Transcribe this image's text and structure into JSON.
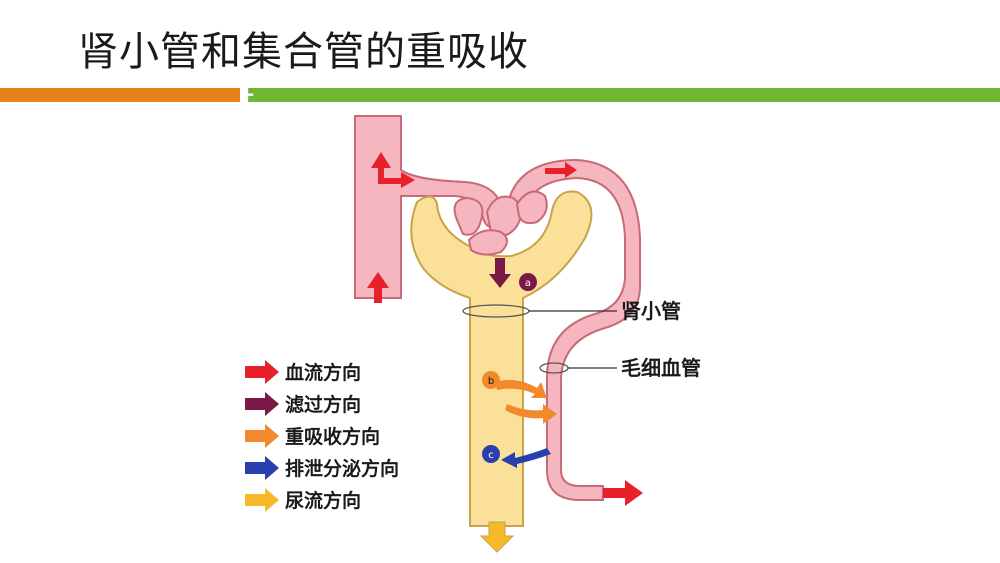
{
  "slide": {
    "title": "肾小管和集合管的重吸收"
  },
  "diagram": {
    "callouts": {
      "tubule": "肾小管",
      "capillary": "毛细血管"
    },
    "markers": {
      "a": "a",
      "b": "b",
      "c": "c"
    },
    "legend": [
      {
        "label": "血流方向",
        "color": "#e8202a"
      },
      {
        "label": "滤过方向",
        "color": "#7a1846"
      },
      {
        "label": "重吸收方向",
        "color": "#f28a2c"
      },
      {
        "label": "排泄分泌方向",
        "color": "#2a3fae"
      },
      {
        "label": "尿流方向",
        "color": "#f7b92a"
      }
    ],
    "colors": {
      "vessel": "#f5b6c0",
      "vessel_outline": "#c86a78",
      "tubule": "#fbe09a",
      "tubule_outline": "#c9a24a"
    }
  }
}
